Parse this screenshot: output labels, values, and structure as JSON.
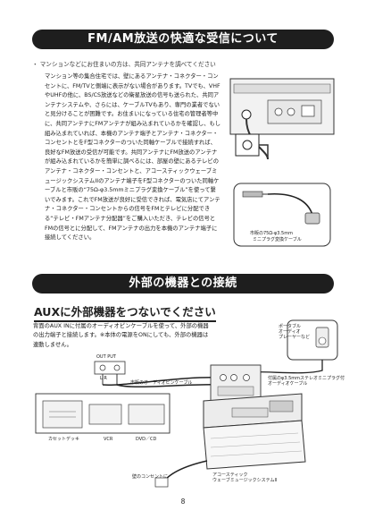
{
  "section1": {
    "title": "FM/AM放送の快適な受信について",
    "bullet": "・ マンションなどにお住まいの方は、共同アンテナを調べてください",
    "body": "マンション等の集合住宅では、壁にあるアンテナ・コネクター・コンセントに、FM/TVと側端に表示がない場合があります。TVでも、VHFやUHFの他に、BS/CS放送などの衛星放送の信号も送られた、共同アンテナシステムや、さらには、ケーブルTVもあり、専門の業者でないと見分けることが困難です。お住まいになっている住宅の管理者等中に、共同アンテナにFMアンテナが組み込まれているかを確認し、もし組み込まれていれば、本機のアンテナ端子とアンテナ・コネクター・コンセントとをF型コネクターのついた同軸ケーブルで接続すれば、良好なFM放送の受信が可能です。共同アンテナにFM放送のアンテナが組み込まれているかを簡単に調べるには、部屋の壁にあるテレビのアンテナ・コネクター・コンセントと、アコースティックウェーブミュージックシステムIIのアンテナ端子をF型コネクターのついた同軸ケーブルと市販の“75Ω-φ3.5mmミニプラグ変換ケーブル”を使って繋いでみます。これでFM放送が良好に受信できれば、電気店にてアンテナ・コネクター・コンセントからの信号をFMとテレビに分配できる“テレビ・FMアンテナ分配器”をご購入いただき、テレビの信号とFMの信号とに分配して、FMアンテナの出力を本機のアンテナ端子に接続してください。",
    "cable_caption": "市販の75Ω-φ3.5mm\nミニプラグ変換ケーブル"
  },
  "section2": {
    "title": "外部の機器との接続",
    "subtitle": "AUXに外部機器をつないでください",
    "body": "背面のAUX INに付属のオーディオピンケーブルを使って、外部の機器の出力端子と接続します。※本体の電源をONにしても、外部の機器は連動しません。",
    "labels": {
      "out_put": "OUT PUT",
      "lr": "L  R",
      "pin_cable": "市販のオーディオピンケーブル",
      "portable": "ポータブル\nオーディオ\nプレーヤーなど",
      "mini_cable": "付属のφ3.5mmステレオミニプラグ付\nオーディオケーブル",
      "cassette": "カセットデッキ",
      "vcr": "VCR",
      "dvd": "DVD／CD",
      "outlet": "壁のコンセントに",
      "system": "アコースティック\nウェーブミュージックシステムII"
    }
  },
  "page_number": "8"
}
